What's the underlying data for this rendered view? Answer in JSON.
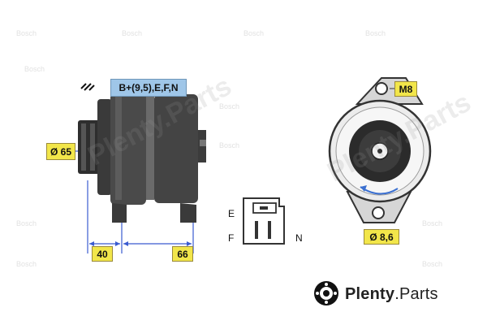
{
  "labels": {
    "connector": "B+(9,5),E,F,N",
    "pulley_diameter": "Ø 65",
    "dim_front": "40",
    "dim_length": "66",
    "thread": "M8",
    "hole_diameter": "Ø 8,6",
    "pin_e": "E",
    "pin_f": "F",
    "pin_n": "N"
  },
  "watermarks": {
    "brand_repeat": "Bosch",
    "site_diagonal": "Plenty.Parts",
    "footer_name": "Plenty",
    "footer_suffix": ".Parts"
  },
  "colors": {
    "label_yellow": "#f2e64a",
    "label_blue": "#9fc6e8",
    "dimension_blue": "#3a5bd0",
    "body_dark": "#3b3b3b"
  },
  "icons": [
    "diagonal-hatch-icon",
    "plenty-parts-logo-icon"
  ]
}
